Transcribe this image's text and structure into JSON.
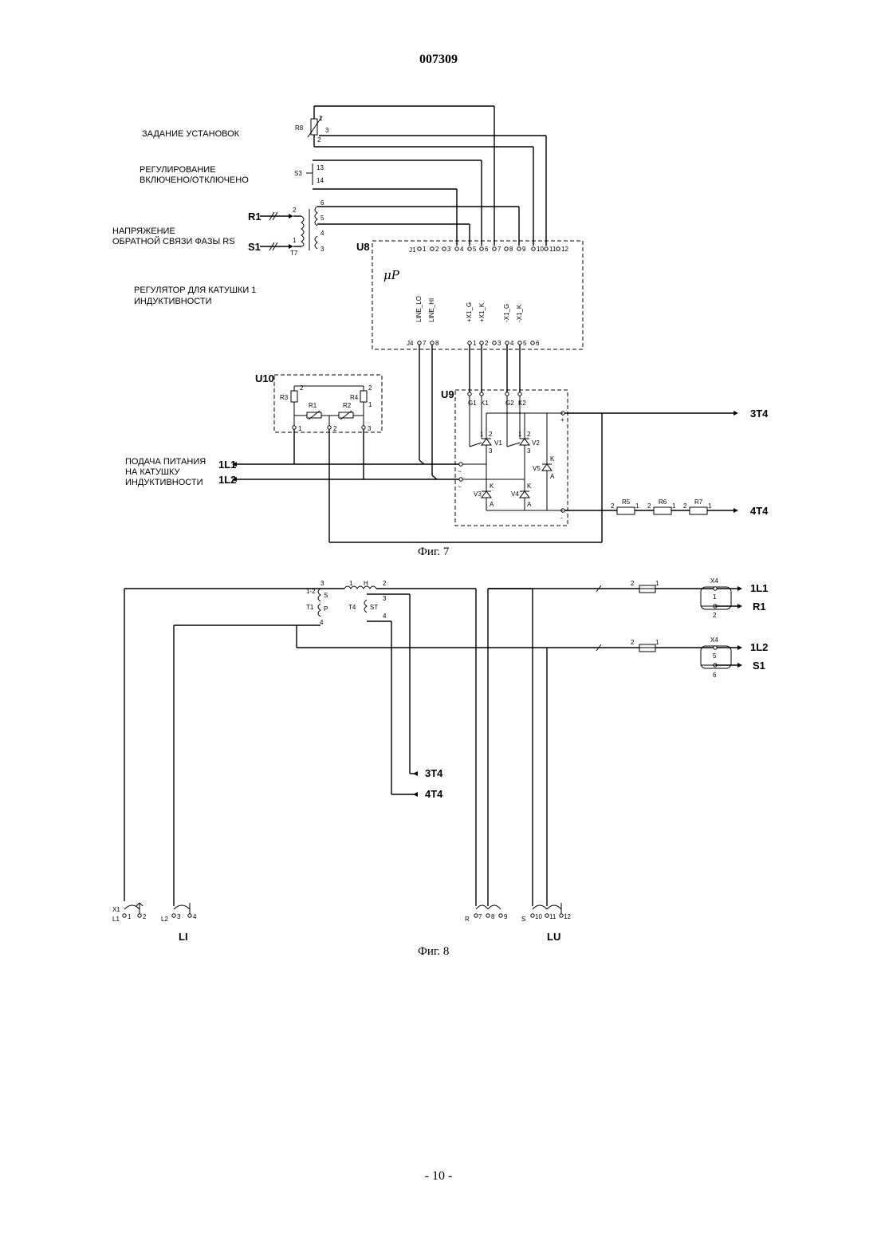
{
  "document": {
    "number": "007309",
    "page": "- 10 -"
  },
  "fig7": {
    "caption": "Фиг. 7",
    "labels": {
      "setpoint": "ЗАДАНИЕ УСТАНОВОК",
      "regulation_1": "РЕГУЛИРОВАНИЕ",
      "regulation_2": "ВКЛЮЧЕНО/ОТКЛЮЧЕНО",
      "feedback_1": "НАПРЯЖЕНИЕ",
      "feedback_2": "ОБРАТНОЙ СВЯЗИ ФАЗЫ RS",
      "regulator_1": "РЕГУЛЯТОР ДЛЯ КАТУШКИ 1",
      "regulator_2": "ИНДУКТИВНОСТИ",
      "supply_1": "ПОДАЧА ПИТАНИЯ",
      "supply_2": "НА КАТУШКУ",
      "supply_3": "ИНДУКТИВНОСТИ"
    },
    "components": {
      "r8": "R8",
      "s3": "S3",
      "t7": "T7",
      "r1_in": "R1",
      "s1_in": "S1",
      "u8": "U8",
      "mu": "μP",
      "u10": "U10",
      "u9": "U9",
      "r3": "R3",
      "r4": "R4",
      "r1": "R1",
      "r2": "R2",
      "v1": "V1",
      "v2": "V2",
      "v3": "V3",
      "v4": "V4",
      "v5": "V5",
      "r5": "R5",
      "r6": "R6",
      "r7": "R7",
      "g1": "G1",
      "k1": "K1",
      "g2": "G2",
      "k2": "K2",
      "line_lo": "LINE_LO",
      "line_hi": "LINE_HI",
      "x1g": "+X1_G",
      "x1k": "+X1_K",
      "nx1g": "-X1_G",
      "nx1k": "-X1_K",
      "j1": "J1",
      "j4": "J4",
      "in_1l1": "1L1",
      "in_1l2": "1L2",
      "out_3t4": "3T4",
      "out_4t4": "4T4"
    }
  },
  "fig8": {
    "caption": "Фиг. 8",
    "components": {
      "t1": "T1",
      "t4": "T4",
      "s": "S",
      "p": "P",
      "h": "H",
      "st": "ST",
      "one_two": "1-2",
      "x4a": "X4",
      "x4b": "X4",
      "x1": "X1",
      "l1": "L1",
      "l2": "L2",
      "r": "R",
      "s_t": "S",
      "li": "LI",
      "lu": "LU",
      "out_1l1": "1L1",
      "out_r1": "R1",
      "out_1l2": "1L2",
      "out_s1": "S1",
      "in_3t4": "3T4",
      "in_4t4": "4T4"
    }
  }
}
